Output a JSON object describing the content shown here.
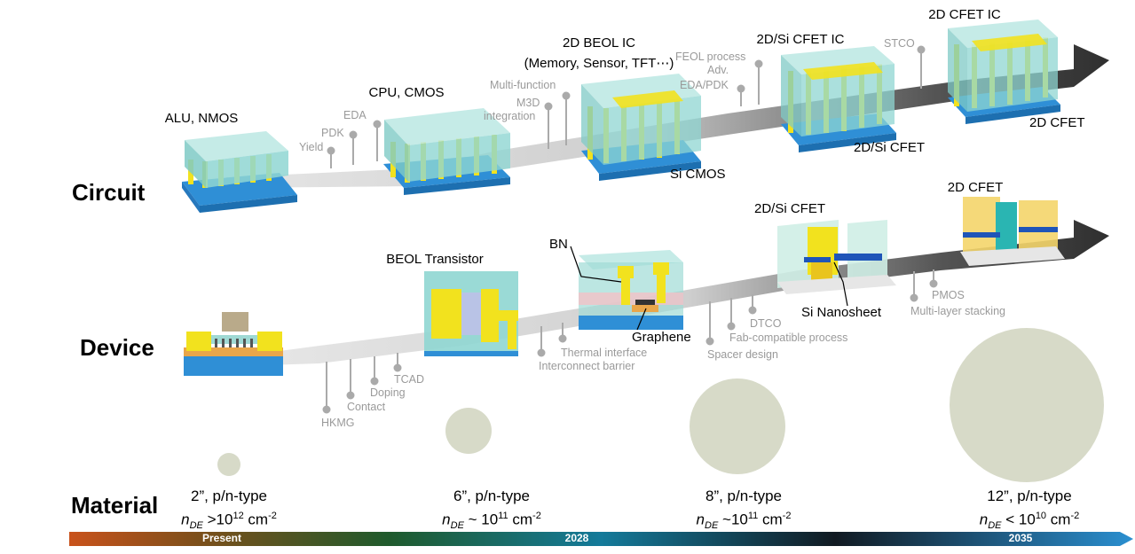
{
  "rows": {
    "circuit": "Circuit",
    "device": "Device",
    "material": "Material"
  },
  "circuit": {
    "stage1": "ALU, NMOS",
    "stage2": "CPU, CMOS",
    "stage3_line1": "2D BEOL IC",
    "stage3_line2": "(Memory, Sensor, TFT⋯)",
    "stage3_sub": "Si CMOS",
    "stage4": "2D/Si CFET IC",
    "stage4_sub": "2D/Si CFET",
    "stage5": "2D CFET IC",
    "stage5_sub": "2D CFET",
    "annotations": {
      "yield": "Yield",
      "pdk": "PDK",
      "eda": "EDA",
      "multifunction": "Multi-function",
      "m3d_1": "M3D",
      "m3d_2": "integration",
      "feol": "FEOL process",
      "adv_1": "Adv.",
      "adv_2": "EDA/PDK",
      "stco": "STCO"
    }
  },
  "device": {
    "stage2": "BEOL Transistor",
    "bn": "BN",
    "graphene": "Graphene",
    "stage4": "2D/Si CFET",
    "si_nanosheet": "Si Nanosheet",
    "stage5": "2D CFET",
    "annotations": {
      "hkmg": "HKMG",
      "contact": "Contact",
      "doping": "Doping",
      "tcad": "TCAD",
      "thermal": "Thermal interface",
      "interconnect": "Interconnect barrier",
      "dtco": "DTCO",
      "fab": "Fab-compatible process",
      "spacer": "Spacer design",
      "pmos": "PMOS",
      "multilayer": "Multi-layer stacking"
    }
  },
  "material": {
    "items": [
      {
        "size": "2”, p/n-type",
        "n": "n",
        "sub": "DE",
        "rel": " >10",
        "exp": "12",
        "unit": " cm",
        "unit_exp": "-2"
      },
      {
        "size": "6”, p/n-type",
        "n": "n",
        "sub": "DE",
        "rel": " ~ 10",
        "exp": "11",
        "unit": " cm",
        "unit_exp": "-2"
      },
      {
        "size": "8”, p/n-type",
        "n": "n",
        "sub": "DE",
        "rel": " ~10",
        "exp": "11",
        "unit": " cm",
        "unit_exp": "-2"
      },
      {
        "size": "12”, p/n-type",
        "n": "n",
        "sub": "DE",
        "rel": " < 10",
        "exp": "10",
        "unit": " cm",
        "unit_exp": "-2"
      }
    ]
  },
  "timeline": {
    "present": "Present",
    "y2028": "2028",
    "y2035": "2035"
  },
  "colors": {
    "wafer": "#d7dac8",
    "arrow_light": "#d9d9d9",
    "arrow_dark": "#3c3c3c",
    "chip_teal": "#8fd6d2",
    "chip_yellow": "#f2e21e",
    "substrate_blue": "#2f8fd6"
  }
}
